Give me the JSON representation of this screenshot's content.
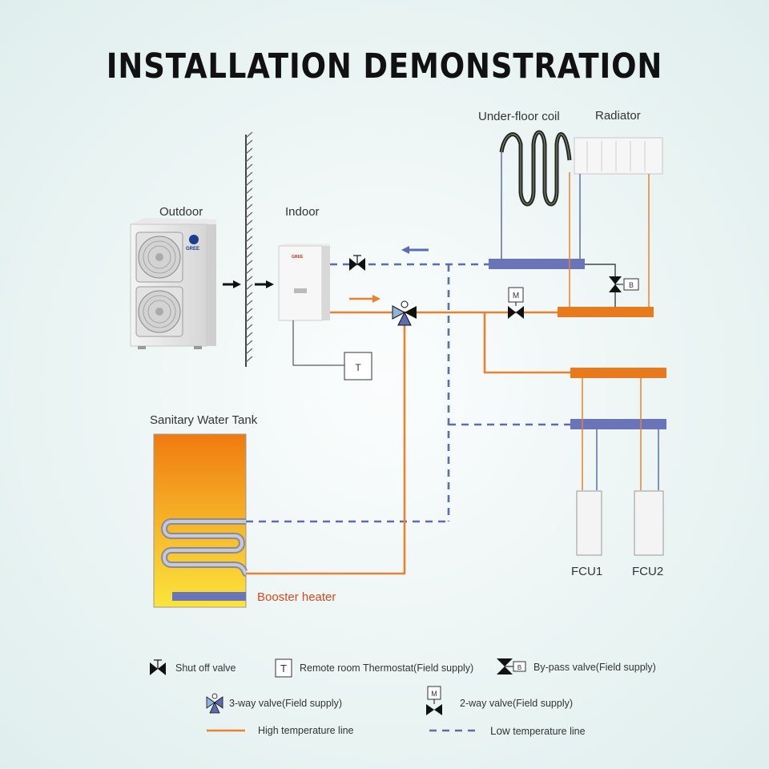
{
  "title": "INSTALLATION DEMONSTRATION",
  "labels": {
    "outdoor": "Outdoor",
    "indoor": "Indoor",
    "underfloor": "Under-floor coil",
    "radiator": "Radiator",
    "tank": "Sanitary Water Tank",
    "booster": "Booster heater",
    "fcu1": "FCU1",
    "fcu2": "FCU2",
    "brand": "GREE",
    "thermostat_symbol": "T",
    "bypass_symbol": "B",
    "motor_symbol": "M"
  },
  "legend": {
    "shutoff": "Shut off valve",
    "thermostat": "Remote room Thermostat(Field supply)",
    "bypass": "By-pass valve(Field supply)",
    "threeway": "3-way valve(Field  supply)",
    "twoway": "2-way valve(Field supply)",
    "high_prefix": "",
    "high": "High temperature line",
    "low_prefix": "Low",
    "low": " temperature line"
  },
  "colors": {
    "high_line": "#e8822e",
    "low_line": "#5d6bb0",
    "header_orange": "#e87a1c",
    "header_blue": "#6a74b8",
    "booster_text": "#d94a1d"
  }
}
